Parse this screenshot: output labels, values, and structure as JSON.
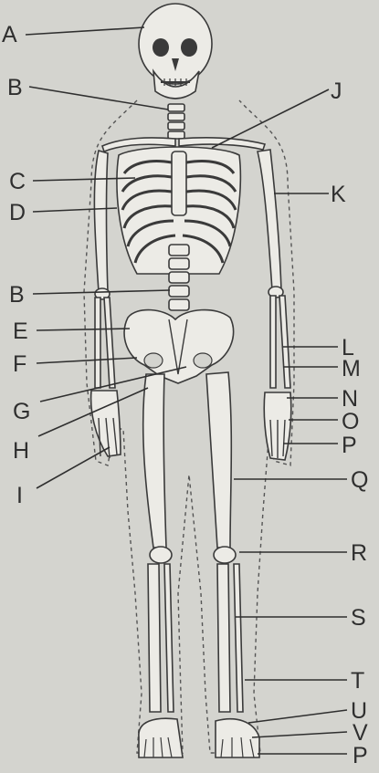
{
  "labels": {
    "A": "A",
    "B": "B",
    "B2": "B",
    "C": "C",
    "D": "D",
    "E": "E",
    "F": "F",
    "G": "G",
    "H": "H",
    "I": "I",
    "J": "J",
    "K": "K",
    "L": "L",
    "M": "M",
    "N": "N",
    "O": "O",
    "P": "P",
    "Q": "Q",
    "R": "R",
    "S": "S",
    "T": "T",
    "U": "U",
    "V": "V",
    "P2": "P"
  }
}
